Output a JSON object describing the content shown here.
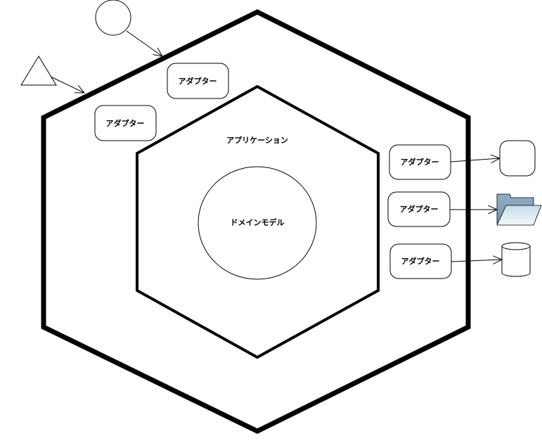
{
  "diagram": {
    "application_label": "アプリケーション",
    "domain_label": "ドメインモデル",
    "adapters": [
      "アダプター",
      "アダプター",
      "アダプター",
      "アダプター",
      "アダプター"
    ],
    "colors": {
      "stroke": "#000000",
      "folder_fill": "#9fbcd4",
      "folder_front": "#dde9f2"
    }
  }
}
